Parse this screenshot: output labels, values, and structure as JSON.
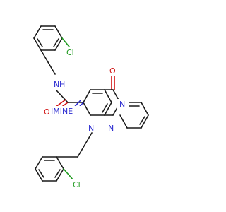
{
  "molecule": {
    "atoms": {
      "cl_top": "Cl",
      "nh_amide": "N",
      "h_amide": "H",
      "o_amide": "O",
      "o_ketone": "O",
      "n_ring_fused": "N",
      "n_imine_label": "IMINE",
      "n_ring1": "N",
      "n_ring_pyr": "N",
      "cl_bottom": "Cl"
    },
    "colors": {
      "carbon": "#1a1a1a",
      "nitrogen": "#2a2ad0",
      "oxygen": "#d01010",
      "chlorine": "#1f9a1f"
    }
  }
}
